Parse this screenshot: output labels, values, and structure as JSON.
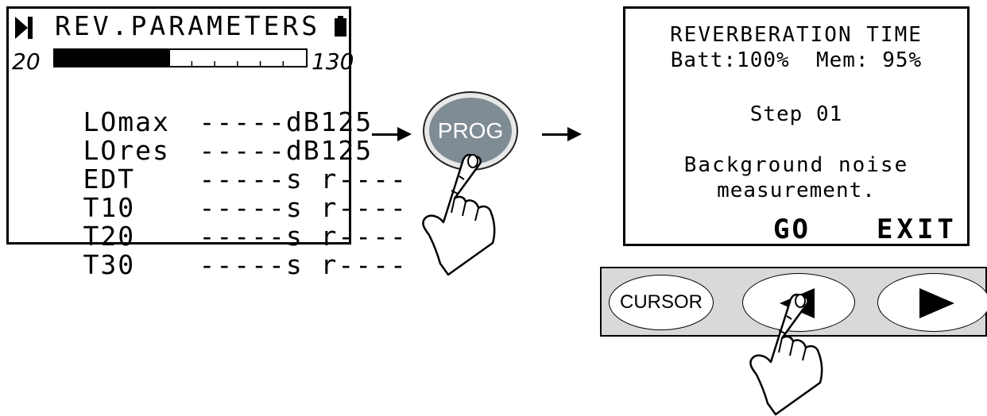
{
  "left_display": {
    "header_title": "REV.PARAMETERS",
    "play_icon": "play-end-icon",
    "battery_icon": "battery-icon",
    "scale_min": "20",
    "scale_max": "130",
    "level_fraction": 0.46,
    "rows": [
      {
        "label": "LOmax",
        "value": "-----dB125"
      },
      {
        "label": "LOres",
        "value": "-----dB125"
      },
      {
        "label": "EDT",
        "value": "-----s r----"
      },
      {
        "label": "T10",
        "value": "-----s r----"
      },
      {
        "label": "T20",
        "value": "-----s r----"
      },
      {
        "label": "T30",
        "value": "-----s r----"
      }
    ]
  },
  "prog_button": {
    "label": "PROG"
  },
  "right_display": {
    "title": "REVERBERATION TIME",
    "status": "Batt:100%  Mem: 95%",
    "step": "Step 01",
    "message_line1": "Background noise",
    "message_line2": "measurement.",
    "go_label": "GO",
    "exit_label": "EXIT"
  },
  "button_strip": {
    "cursor_label": "CURSOR",
    "left_icon": "triangle-left-icon",
    "right_icon": "triangle-right-icon"
  },
  "colors": {
    "prog_button": "#7f8c94",
    "strip_background": "#d9d9d9"
  }
}
